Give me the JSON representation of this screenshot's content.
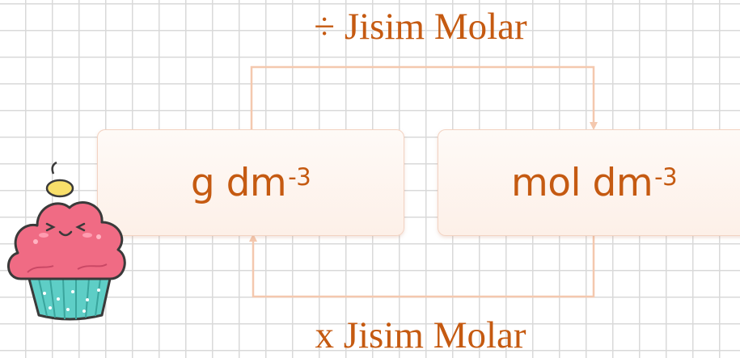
{
  "diagram": {
    "top_label": "÷ Jisim Molar",
    "bottom_label": "x Jisim Molar",
    "left_box": {
      "base": "g dm",
      "exponent": "-3"
    },
    "right_box": {
      "base": "mol dm",
      "exponent": "-3"
    }
  },
  "colors": {
    "text": "#c55a11",
    "connector": "#f4c8ae",
    "box_border": "#f3d3c2",
    "grid": "#d9d9d9"
  },
  "icons": {
    "decoration": "cupcake-icon"
  }
}
